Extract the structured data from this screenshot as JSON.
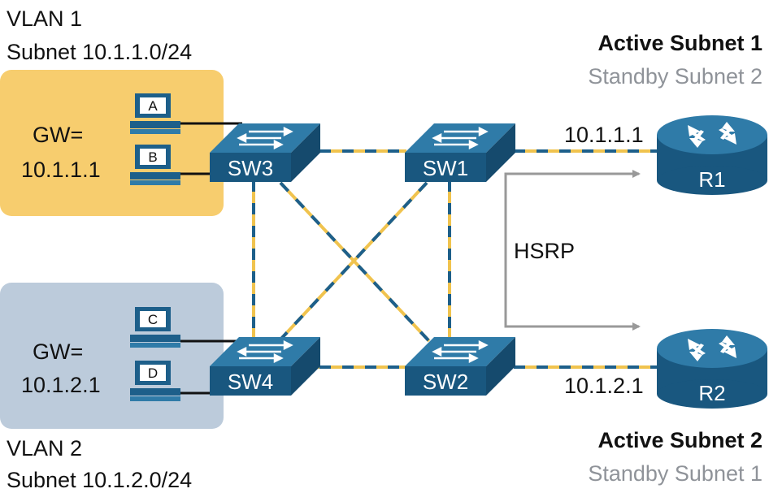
{
  "vlans": [
    {
      "name": "VLAN 1",
      "subnet": "Subnet 10.1.1.0/24",
      "gateway_label": "GW=",
      "gateway": "10.1.1.1",
      "zone_color": "#f7cd6e"
    },
    {
      "name": "VLAN 2",
      "subnet": "Subnet 10.1.2.0/24",
      "gateway_label": "GW=",
      "gateway": "10.1.2.1",
      "zone_color": "#bccbdb"
    }
  ],
  "hosts": [
    "A",
    "B",
    "C",
    "D"
  ],
  "switches": [
    "SW3",
    "SW1",
    "SW4",
    "SW2"
  ],
  "routers": [
    {
      "name": "R1",
      "address": "10.1.1.1",
      "active": "Active Subnet 1",
      "standby": "Standby Subnet 2"
    },
    {
      "name": "R2",
      "address": "10.1.2.1",
      "active": "Active Subnet 2",
      "standby": "Standby Subnet 1"
    }
  ],
  "protocol_label": "HSRP",
  "colors": {
    "device_blue": "#19577f",
    "device_top": "#2f7ba8",
    "link_dash_dark": "#1d5f8a",
    "link_dash_gold": "#f0c34e",
    "arrow_grey": "#999999",
    "standby_grey": "#8f9399"
  },
  "icons": {
    "host": "desktop-pc-icon",
    "switch": "layer2-switch-icon",
    "router": "router-icon"
  }
}
